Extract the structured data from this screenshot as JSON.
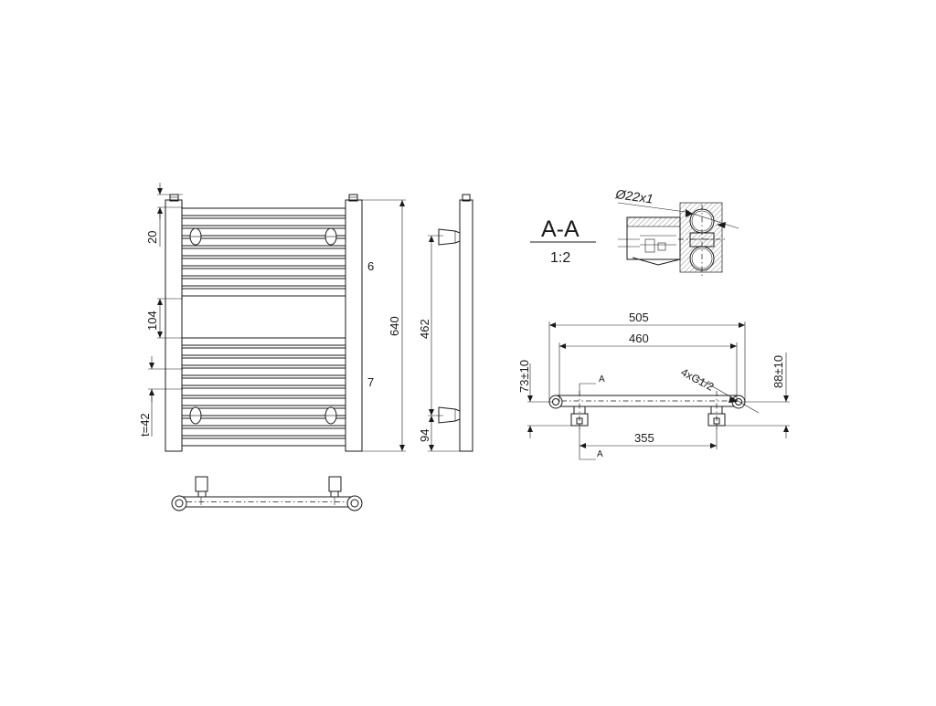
{
  "front_view": {
    "dims": {
      "top_offset": "20",
      "gap": "104",
      "tube_spacing": "t=42",
      "total_height": "640",
      "group_top_count": "6",
      "group_bottom_count": "7"
    }
  },
  "side_view": {
    "dims": {
      "bracket_spacing": "462",
      "bottom_offset": "94"
    }
  },
  "section": {
    "title": "A-A",
    "scale": "1:2",
    "pipe_diameter": "Ø22x1"
  },
  "bottom_view": {
    "dims": {
      "overall_width": "505",
      "axis_width": "460",
      "connection_spacing": "355",
      "left_depth": "73±10",
      "right_depth": "88±10",
      "thread": "4xG1/2",
      "cut_marker_top": "A",
      "cut_marker_bottom": "A"
    }
  }
}
